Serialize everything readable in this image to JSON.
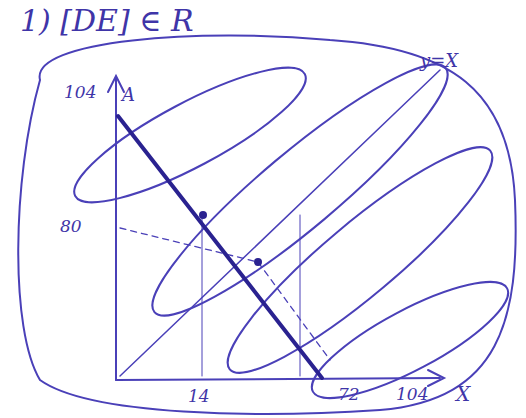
{
  "diagram": {
    "labels": [
      "1) [DE] ∈ R",
      "104",
      "A",
      "80",
      "14",
      "72",
      "104",
      "X",
      "y=X"
    ]
  }
}
